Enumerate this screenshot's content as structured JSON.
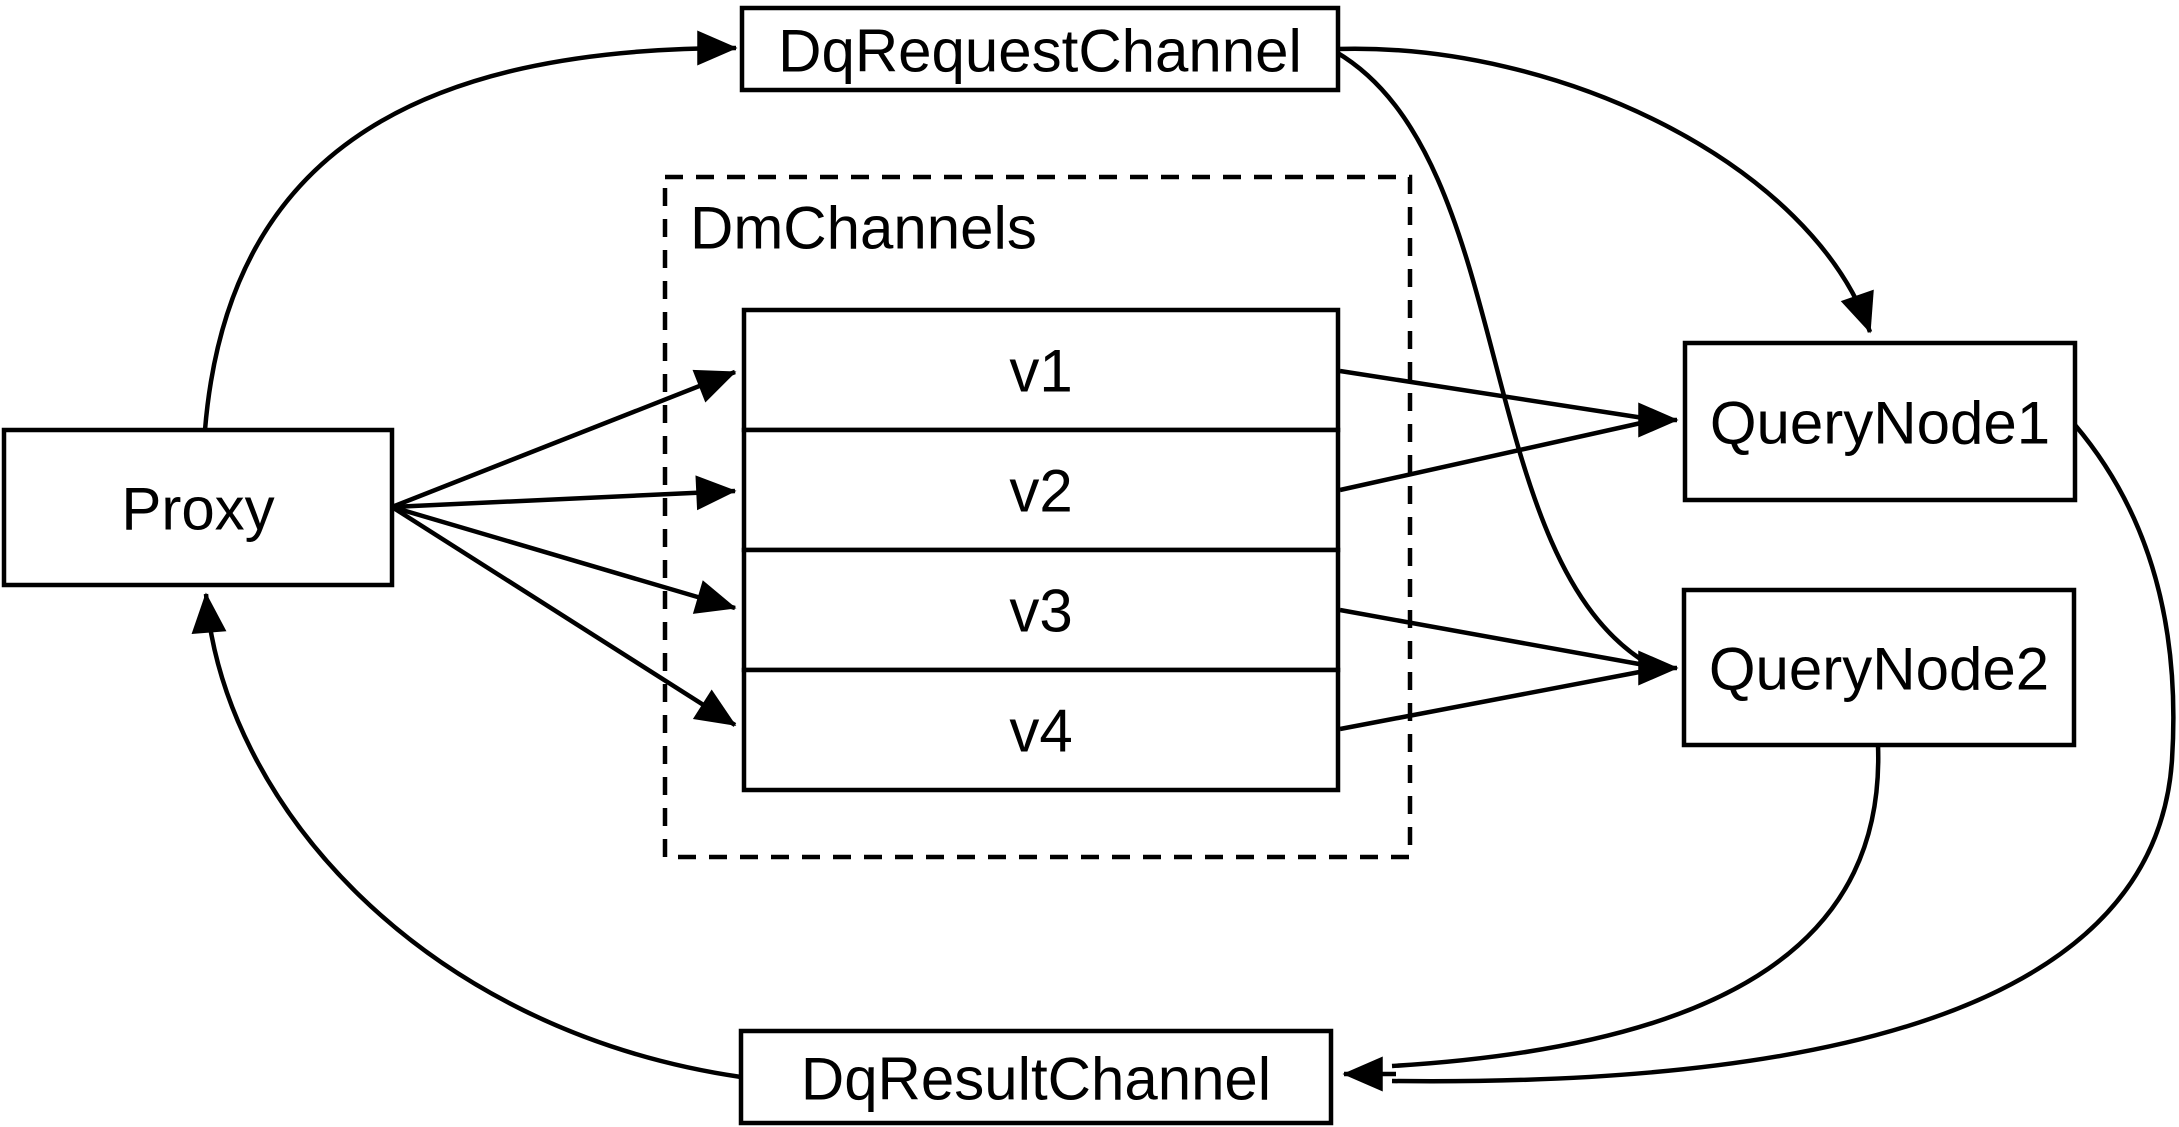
{
  "diagram": {
    "nodes": {
      "proxy": "Proxy",
      "dq_request_channel": "DqRequestChannel",
      "dm_channels_group": "DmChannels",
      "query_node_1": "QueryNode1",
      "query_node_2": "QueryNode2",
      "dq_result_channel": "DqResultChannel"
    },
    "channels": [
      "v1",
      "v2",
      "v3",
      "v4"
    ],
    "edges": [
      {
        "from": "Proxy",
        "to": "DqRequestChannel"
      },
      {
        "from": "Proxy",
        "to": "v1"
      },
      {
        "from": "Proxy",
        "to": "v2"
      },
      {
        "from": "Proxy",
        "to": "v3"
      },
      {
        "from": "Proxy",
        "to": "v4"
      },
      {
        "from": "v1",
        "to": "QueryNode1"
      },
      {
        "from": "v2",
        "to": "QueryNode1"
      },
      {
        "from": "v3",
        "to": "QueryNode2"
      },
      {
        "from": "v4",
        "to": "QueryNode2"
      },
      {
        "from": "DqRequestChannel",
        "to": "QueryNode1"
      },
      {
        "from": "DqRequestChannel",
        "to": "QueryNode2"
      },
      {
        "from": "QueryNode1",
        "to": "DqResultChannel"
      },
      {
        "from": "QueryNode2",
        "to": "DqResultChannel"
      },
      {
        "from": "DqResultChannel",
        "to": "Proxy"
      }
    ],
    "colors": {
      "line": "#000000",
      "node_fill": "#ffffff",
      "background": "#ffffff",
      "text": "#000000"
    }
  }
}
